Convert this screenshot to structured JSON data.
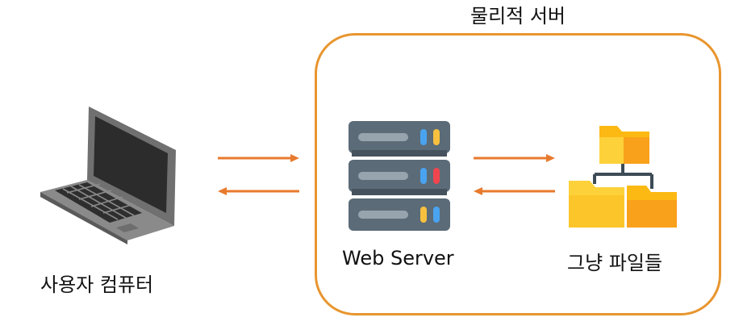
{
  "diagram": {
    "container_title": "물리적 서버",
    "nodes": {
      "user_computer": {
        "label": "사용자 컴퓨터",
        "icon": "laptop-icon"
      },
      "web_server": {
        "label": "Web Server",
        "icon": "server-rack-icon"
      },
      "files": {
        "label": "그냥 파일들",
        "icon": "folder-tree-icon"
      }
    },
    "colors": {
      "container_border": "#e8952e",
      "arrow": "#e87a2e",
      "server_body": "#5b6b78",
      "folder": "#fcb913"
    }
  }
}
